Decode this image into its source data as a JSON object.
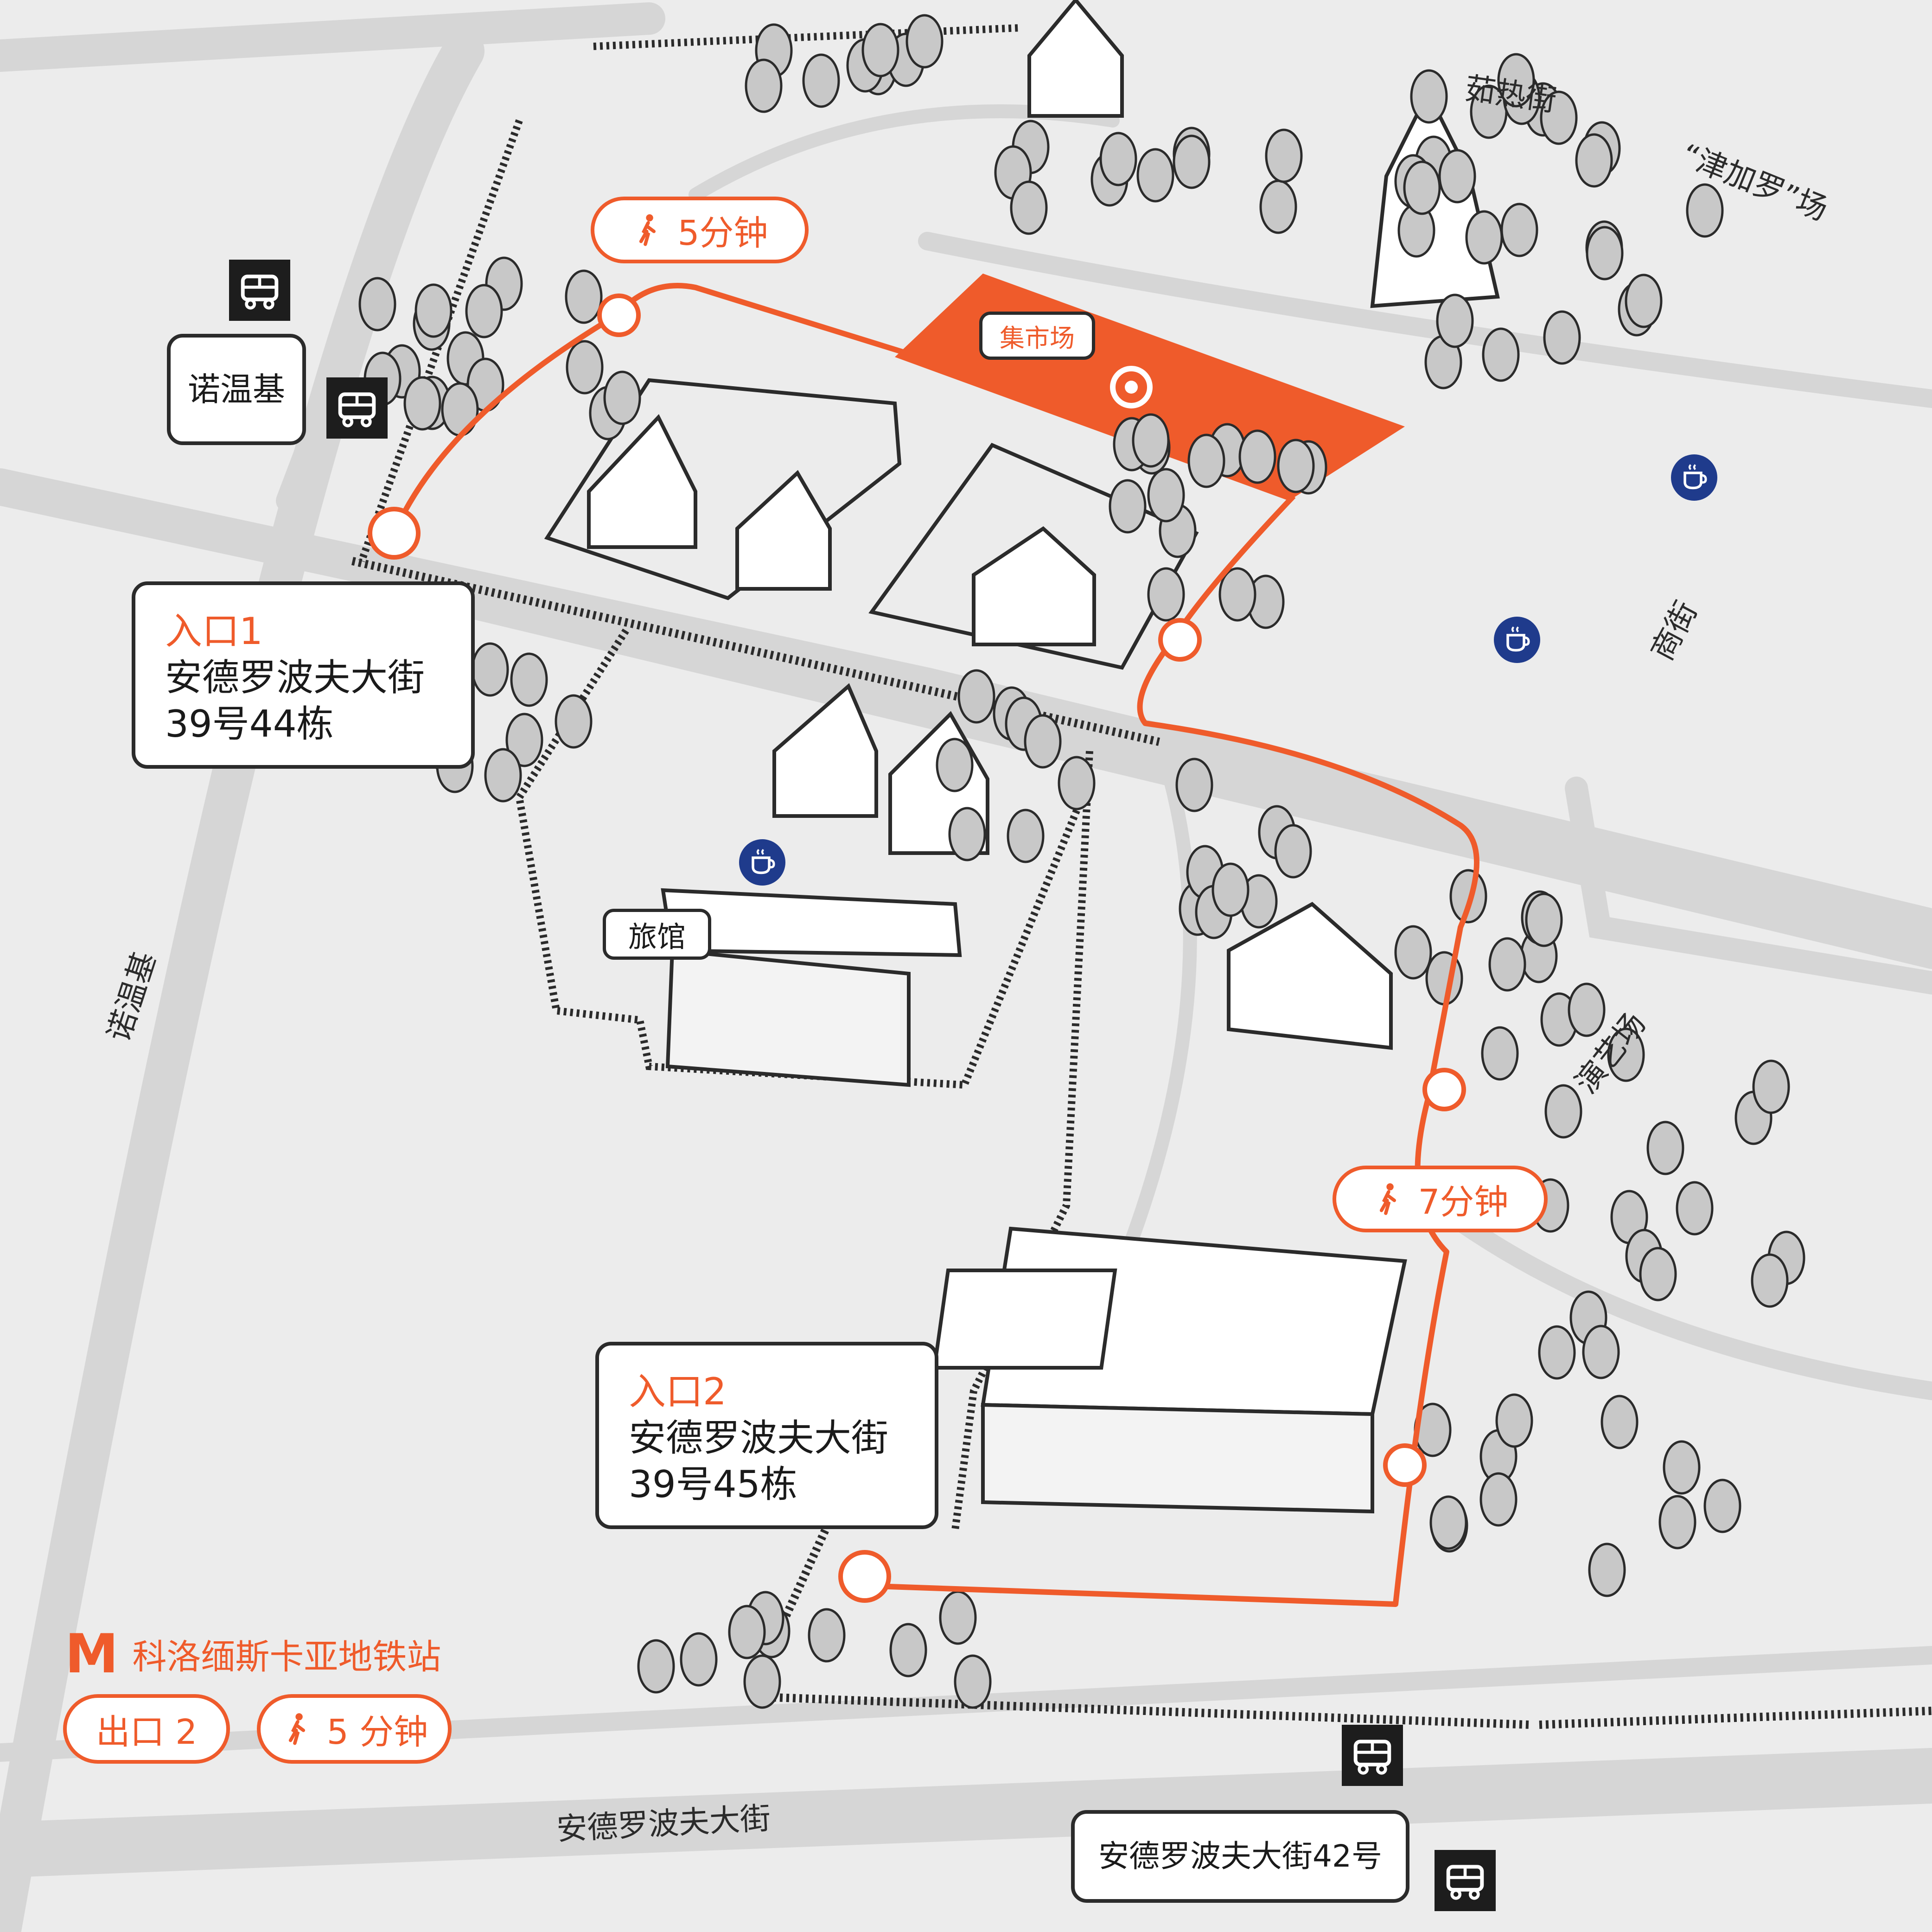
{
  "colors": {
    "accent": "#ef5b2b",
    "dark": "#2b2b2b",
    "road": "#d4d4d4",
    "background": "#ececec",
    "cafe": "#1f3b8c"
  },
  "icons": [
    "walk-icon",
    "bus-stop-icon",
    "cafe-icon",
    "metro-logo-icon",
    "arrow-icon",
    "target-icon"
  ],
  "entrances": [
    {
      "title": "入口1",
      "line1": "安德罗波夫大街",
      "line2": "39号44栋"
    },
    {
      "title": "入口2",
      "line1": "安德罗波夫大街",
      "line2": "39号45栋"
    }
  ],
  "walk_times": [
    "5分钟",
    "7分钟"
  ],
  "places": {
    "market": "集市场",
    "hotel": "旅馆",
    "stage": "演艺场",
    "dyakovo": "“津加罗”场"
  },
  "streets": {
    "kolomenskoe_left": "诺温基",
    "andropov": "安德罗波夫大街",
    "trade": "商街",
    "ruzhe": "茹热街"
  },
  "bus_stops": {
    "nagorny": "诺温基",
    "andropov42": "安德罗波夫大街42号"
  },
  "metro": {
    "logo": "M",
    "station": "科洛缅斯卡亚地铁站",
    "exit": "出口 2",
    "walk": "5 分钟"
  }
}
